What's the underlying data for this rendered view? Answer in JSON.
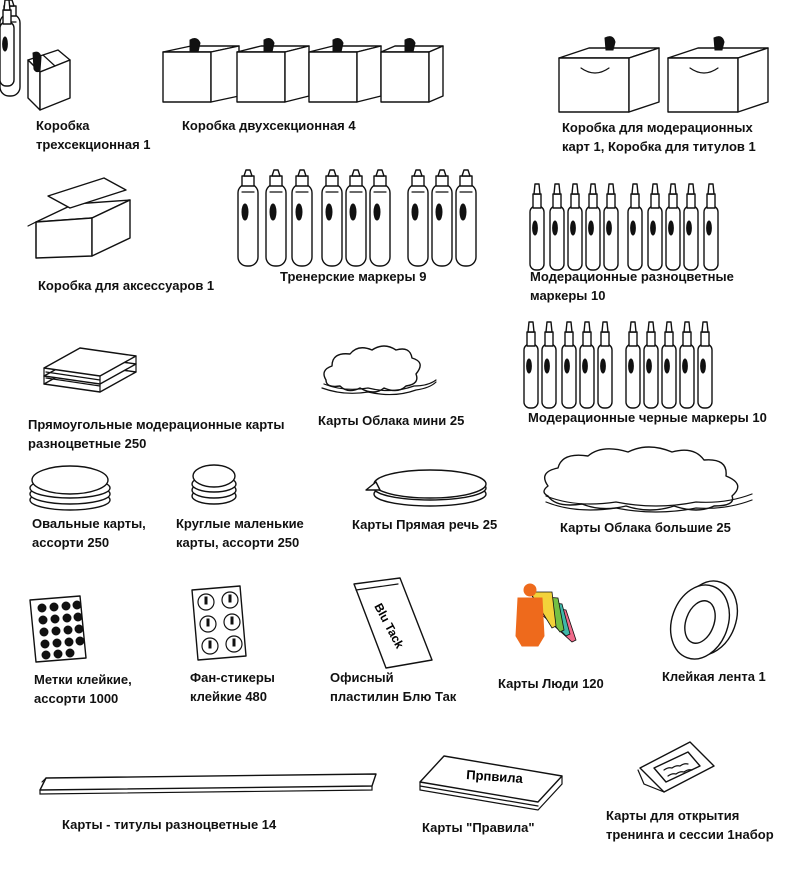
{
  "items": {
    "box_three": {
      "l1": "Коробка",
      "l2": "трехсекционная 1"
    },
    "box_two": {
      "l1": "Коробка двухсекционная  4"
    },
    "box_moderation": {
      "l1": "Коробка для модерационных",
      "l2": "карт  1, Коробка для титулов 1"
    },
    "box_accessories": {
      "l1": "Коробка для аксессуаров   1"
    },
    "trainer_markers": {
      "l1": "Тренерские маркеры  9"
    },
    "color_markers": {
      "l1": "Модерационные разноцветные",
      "l2": "маркеры  10"
    },
    "rect_cards": {
      "l1": "Прямоугольные модерационные карты",
      "l2": "разноцветные  250"
    },
    "cloud_mini": {
      "l1": "Карты Облака мини 25"
    },
    "black_markers": {
      "l1": "Модерационные черные маркеры   10"
    },
    "oval_cards": {
      "l1": "Овальные карты,",
      "l2": "ассорти 250"
    },
    "round_cards": {
      "l1": "Круглые маленькие",
      "l2": "карты, ассорти 250"
    },
    "speech_cards": {
      "l1": "Карты Прямая речь  25"
    },
    "cloud_big": {
      "l1": "Карты Облака большие 25"
    },
    "dots": {
      "l1": "Метки клейкие,",
      "l2": "ассорти 1000"
    },
    "fan_stickers": {
      "l1": "Фан-стикеры",
      "l2": "клейкие 480"
    },
    "blutack": {
      "l1": "Офисный",
      "l2": "пластилин Блю Так",
      "pack_text": "Blu Tack"
    },
    "people": {
      "l1": "Карты Люди 120"
    },
    "tape": {
      "l1": "Клейкая лента 1"
    },
    "title_cards": {
      "l1": "Карты - титулы разноцветные 14"
    },
    "rules": {
      "l1": "Карты \"Правила\"",
      "pack_text": "Прпвила"
    },
    "opening": {
      "l1": "Карты для открытия",
      "l2": "тренинга и сессии 1набор"
    }
  },
  "colors": {
    "ink": "#111111",
    "people_orange": "#ee6a1c",
    "people_yellow": "#f2d23a",
    "people_green": "#74c043",
    "people_teal": "#3fb7a8",
    "people_pink": "#f06a8a"
  }
}
